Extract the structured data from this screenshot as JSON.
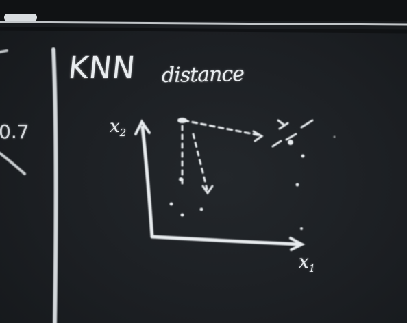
{
  "board": {
    "title": "KNN",
    "title_sub": "distance",
    "left_fragment": "0.7",
    "axis_y_label": "x",
    "axis_y_sub": "2",
    "axis_x_label": "x",
    "axis_x_sub": "1",
    "chalk_color": "#e8ecef",
    "board_color": "#1c1f23"
  }
}
